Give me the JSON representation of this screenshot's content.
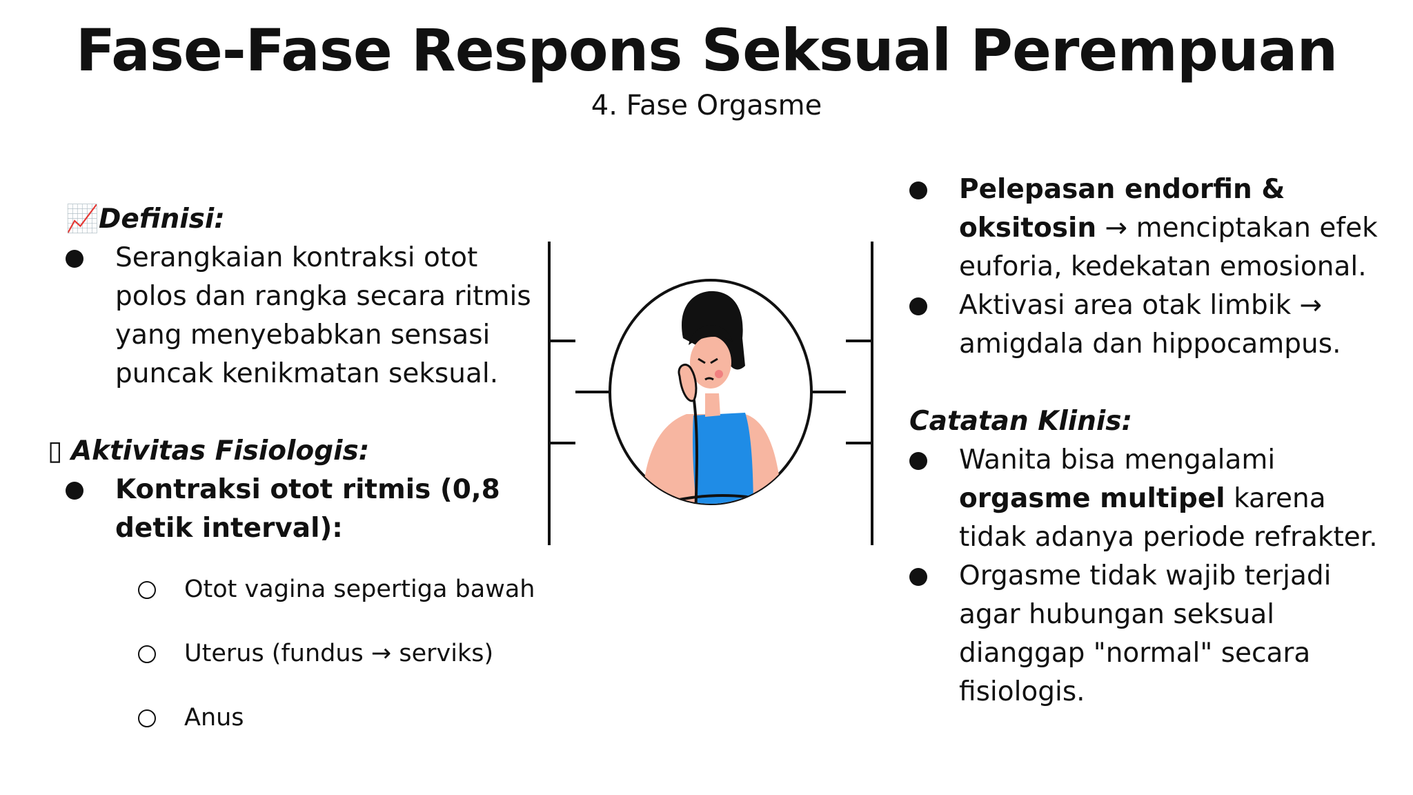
{
  "title": "Fase-Fase Respons Seksual Perempuan",
  "subtitle": "4. Fase Orgasme",
  "left": {
    "definisi": {
      "icon": "chart-increasing-icon",
      "heading": "Definisi:",
      "text": "Serangkaian kontraksi otot polos dan rangka secara ritmis yang menyebabkan sensasi puncak kenikmatan seksual."
    },
    "aktivitas": {
      "icon": "missing-glyph-icon",
      "heading": "Aktivitas Fisiologis:",
      "bullet_bold": "Kontraksi otot ritmis (0,8 detik interval):",
      "subitems": [
        "Otot vagina sepertiga bawah",
        "Uterus (fundus → serviks)",
        "Anus"
      ]
    }
  },
  "right": {
    "bullets": [
      {
        "bold": "Pelepasan endorfin & oksitosin",
        "rest": " → menciptakan efek euforia, kedekatan emosional."
      },
      {
        "text": "Aktivasi area otak limbik → amigdala dan hippocampus."
      }
    ],
    "catatan": {
      "heading": "Catatan Klinis:",
      "bullet1_pre": "Wanita bisa mengalami ",
      "bullet1_bold": "orgasme multipel",
      "bullet1_post": " karena tidak adanya periode refrakter.",
      "bullet2": "Orgasme tidak wajib terjadi agar hubungan seksual dianggap \"normal\" secara fisiologis."
    }
  },
  "illustration": {
    "icon": "thinking-woman-illustration",
    "colors": {
      "shirt": "#1f8ce6",
      "skin": "#f7b6a1",
      "hair": "#111111",
      "line": "#111111"
    }
  }
}
